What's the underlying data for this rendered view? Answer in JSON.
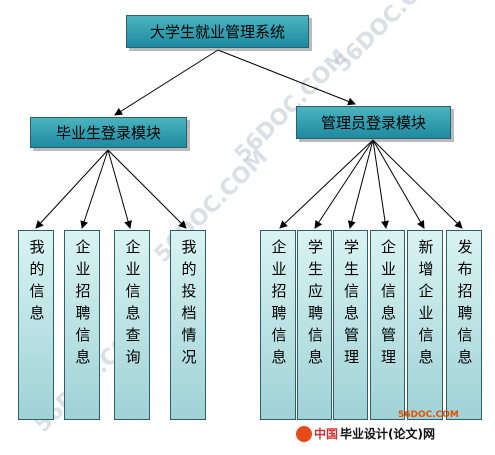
{
  "root": "大学生就业管理系统",
  "modules": [
    {
      "label": "毕业生登录模块",
      "children": [
        "我的信息",
        "企业招聘信息",
        "企业信息查询",
        "我的投档情况"
      ]
    },
    {
      "label": "管理员登录模块",
      "children": [
        "企业招聘信息",
        "学生应聘信息",
        "学生信息管理",
        "企业信息管理",
        "新增企业信息",
        "发布招聘信息"
      ]
    }
  ],
  "watermark": "56DOC.COM",
  "logo": {
    "prefix": "中国",
    "main": "毕业设计(论文)网",
    "site": "56DOC.COM"
  }
}
